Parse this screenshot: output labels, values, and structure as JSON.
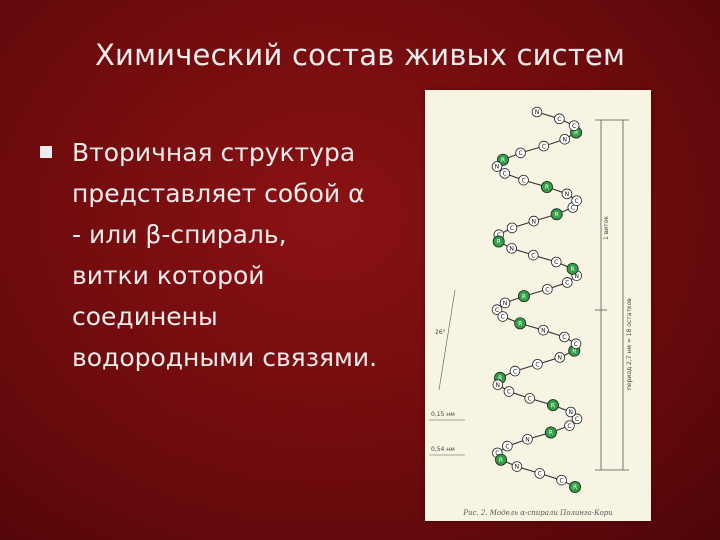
{
  "slide": {
    "title": "Химический состав живых систем",
    "bullet": {
      "lines": [
        "Вторичная структура",
        "представляет собой α",
        "- или β-спираль,",
        "витки которой",
        "соединены",
        "водородными связями."
      ]
    }
  },
  "figure": {
    "caption": "Рис. 2. Модель α-спирали Полинга-Кори",
    "labels": {
      "rise": "0,15 нм",
      "pitch": "0,54 нм",
      "angle": "26°",
      "width": "1 виток",
      "period": "период 2,7 нм = 18 остатков"
    },
    "atom_letters": {
      "nitrogen": "N",
      "carbon": "C",
      "radical": "R"
    },
    "colors": {
      "nitrogen_fill": "#ffffff",
      "carbon_fill": "#ffffff",
      "radical_fill": "#2ea043",
      "bond": "#333333"
    }
  }
}
